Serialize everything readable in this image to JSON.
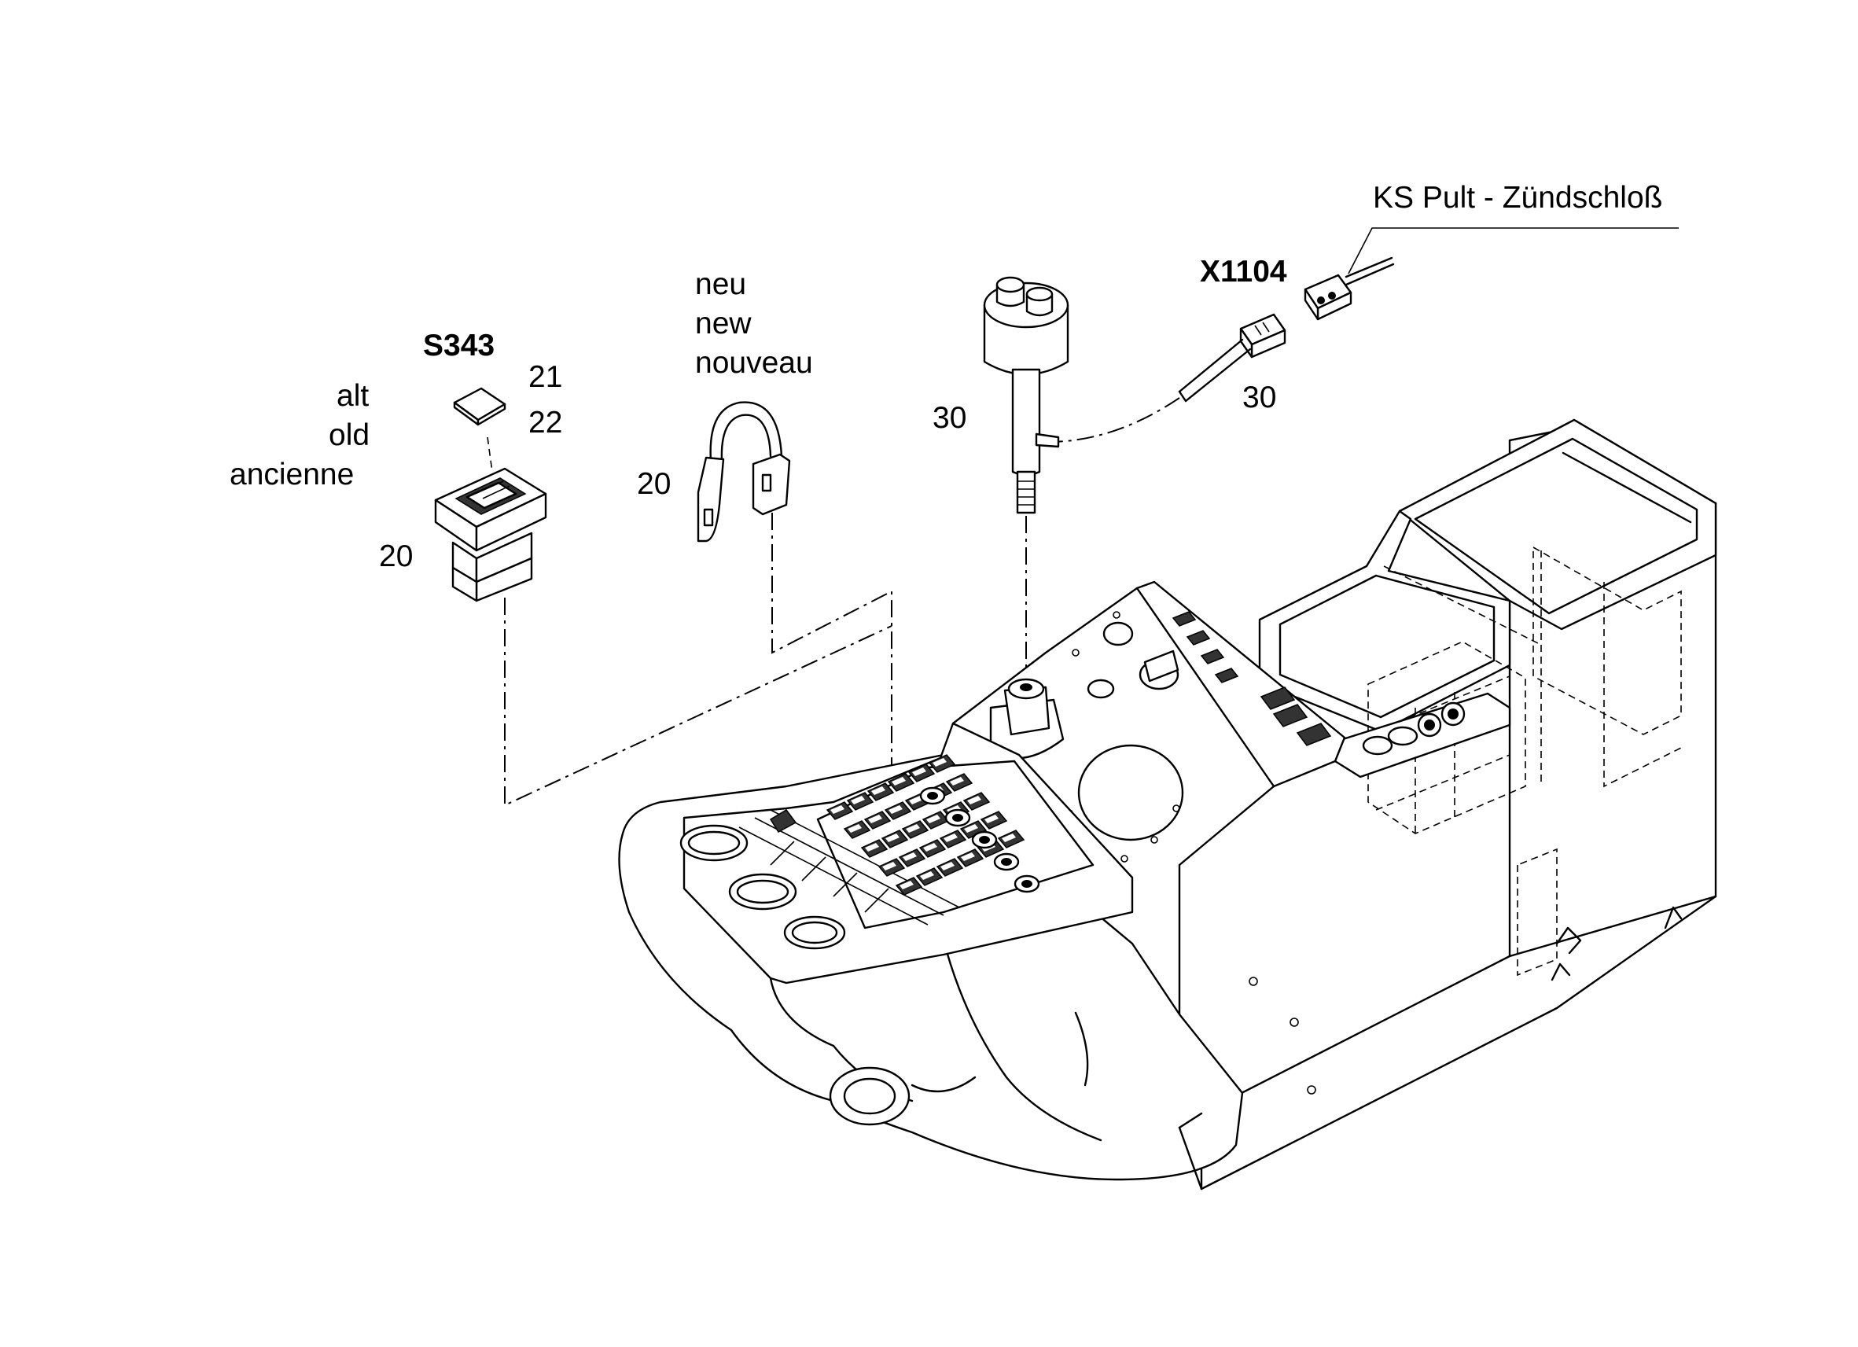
{
  "labels": {
    "ks_pult": "KS Pult - Zündschloß",
    "x1104": "X1104",
    "s343": "S343",
    "alt": "alt",
    "old": "old",
    "ancienne": "ancienne",
    "neu": "neu",
    "new": "new",
    "nouveau": "nouveau",
    "item_20_switch": "20",
    "item_21": "21",
    "item_22": "22",
    "item_20_cable": "20",
    "item_30_knob": "30",
    "item_30_harness": "30"
  }
}
